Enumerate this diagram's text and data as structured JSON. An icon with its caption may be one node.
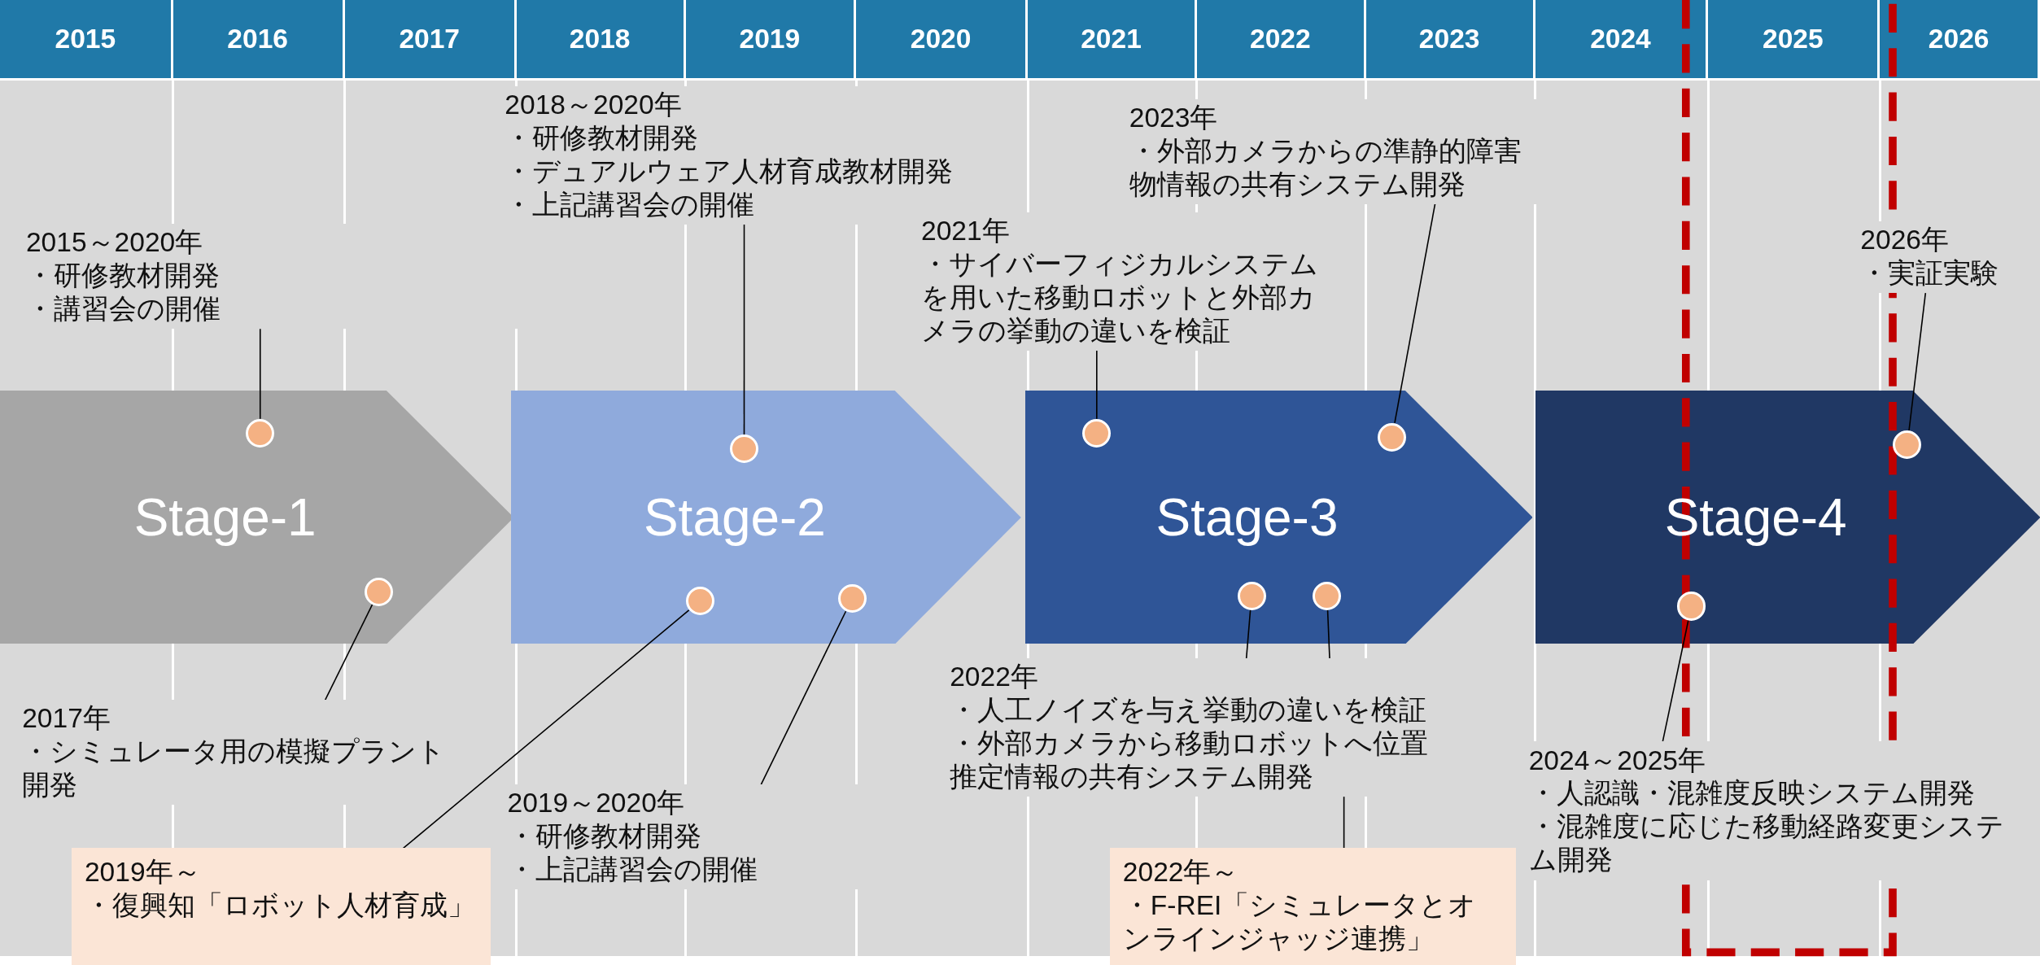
{
  "diagram": {
    "nodes": [
      {
        "text": [
          "Stage-1"
        ]
      },
      {
        "text": [],
        "shape": "circle",
        "in": 0
      },
      {
        "text": [],
        "shape": "circle",
        "in": 0
      },
      {
        "text": [
          "Stage-2"
        ]
      },
      {
        "text": [],
        "shape": "circle",
        "in": 3
      },
      {
        "text": [],
        "shape": "circle",
        "in": 3
      },
      {
        "text": [],
        "shape": "circle",
        "in": 3
      },
      {
        "text": [
          "Stage-3"
        ]
      },
      {
        "text": [],
        "shape": "circle",
        "in": 7
      },
      {
        "text": [],
        "shape": "circle",
        "in": 7
      },
      {
        "text": [],
        "shape": "circle",
        "in": 7
      },
      {
        "text": [],
        "shape": "circle",
        "in": 7
      },
      {
        "text": [
          "Stage-4"
        ]
      },
      {
        "text": [],
        "shape": "circle",
        "in": 12
      },
      {
        "text": [],
        "shape": "circle",
        "in": 12
      },
      {
        "text": [
          "2015～2020年",
          "・研修教材開発",
          "・講習会の開催"
        ]
      },
      {
        "text": [
          "2017年",
          "・シミュレータ用の模擬プラント開発"
        ]
      },
      {
        "text": [
          "2018～2020年",
          "・研修教材開発",
          "・デュアルウェア人材育成教材開発",
          "・上記講習会の開催"
        ]
      },
      {
        "text": [
          "2019～2020年",
          "・研修教材開発",
          "・上記講習会の開催"
        ]
      },
      {
        "text": [
          "2021年",
          "・サイバーフィジカルシステムを用いた移動ロボットと外部カメラの挙動の違いを検証"
        ]
      },
      {
        "text": [
          "2023年",
          "・外部カメラからの準静的障害物情報の共有システム開発"
        ]
      },
      {
        "text": [
          "2022年",
          "・人工ノイズを与え挙動の違いを検証",
          "・外部カメラから移動ロボットへ位置推定情報の共有システム開発"
        ]
      },
      {
        "text": [
          "2024～2025年",
          "・人認識・混雑度反映システム開発",
          "・混雑度に応じた移動経路変更システム開発"
        ]
      },
      {
        "text": [
          "2026年",
          "・実証実験"
        ]
      },
      {
        "text": [
          "2019年～",
          "・復興知「ロボット人材育成」"
        ]
      },
      {
        "text": [
          "2022年～",
          "・F-REI「シミュレータとオンラインジャッジ連携」"
        ]
      }
    ],
    "edges": [
      {
        "from": 15,
        "to": 1,
        "arrow": "none"
      },
      {
        "from": 16,
        "to": 2,
        "arrow": "none"
      },
      {
        "from": 17,
        "to": 4,
        "arrow": "none"
      },
      {
        "from": 24,
        "to": 5,
        "arrow": "none"
      },
      {
        "from": 18,
        "to": 6,
        "arrow": "none"
      },
      {
        "from": 19,
        "to": 8,
        "arrow": "none"
      },
      {
        "from": 20,
        "to": 9,
        "arrow": "none"
      },
      {
        "from": 21,
        "to": 10,
        "arrow": "none"
      },
      {
        "from": 21,
        "to": 11,
        "arrow": "none"
      },
      {
        "from": 25,
        "to": 21,
        "arrow": "none"
      },
      {
        "from": 22,
        "to": 14,
        "arrow": "none"
      },
      {
        "from": 23,
        "to": 13,
        "arrow": "none"
      }
    ],
    "labels": [
      "2015",
      "2016",
      "2017",
      "2018",
      "2019",
      "2020",
      "2021",
      "2022",
      "2023",
      "2024",
      "2025",
      "2026"
    ]
  }
}
